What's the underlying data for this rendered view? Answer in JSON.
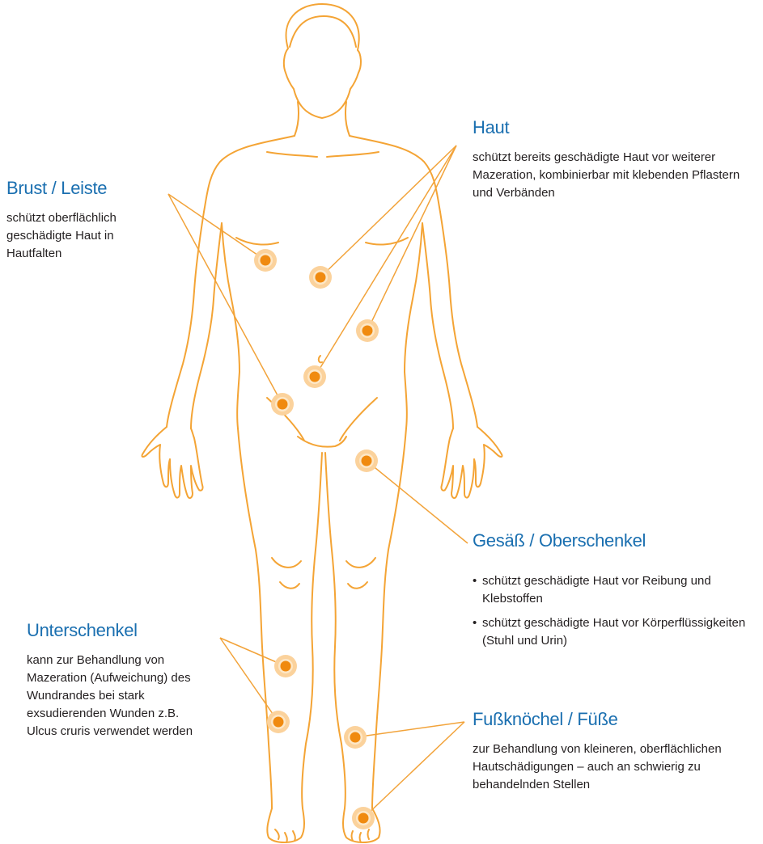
{
  "colors": {
    "heading": "#1a6fb0",
    "text": "#231f20",
    "outline": "#f4a435",
    "leader": "#f2a33a",
    "dot_core": "#f08a0f",
    "dot_halo": "#fbd29c"
  },
  "regions": {
    "brust": {
      "title": "Brust / Leiste",
      "text": "schützt oberflächlich geschädigte Haut in Hautfalten"
    },
    "haut": {
      "title": "Haut",
      "text": "schützt bereits geschädigte Haut vor weiterer Mazeration, kombinierbar mit klebenden Pflastern und Verbänden"
    },
    "gesaess": {
      "title": "Gesäß / Oberschenkel",
      "bullets": [
        "schützt geschädigte Haut vor Reibung und Klebstoffen",
        "schützt geschädigte Haut vor Körperflüssigkeiten (Stuhl und Urin)"
      ],
      "bullet_glyph": "•"
    },
    "unterschenkel": {
      "title": "Unterschenkel",
      "text": "kann zur Behandlung von Mazeration (Aufweichung) des Wundrandes bei stark exsudierenden Wunden z.B. Ulcus cruris verwendet werden"
    },
    "fuss": {
      "title": "Fußknöchel / Füße",
      "text": "zur Behandlung von kleineren, oberflächlichen Hautschädigungen – auch an schwierig zu behandelnden Stellen"
    }
  }
}
